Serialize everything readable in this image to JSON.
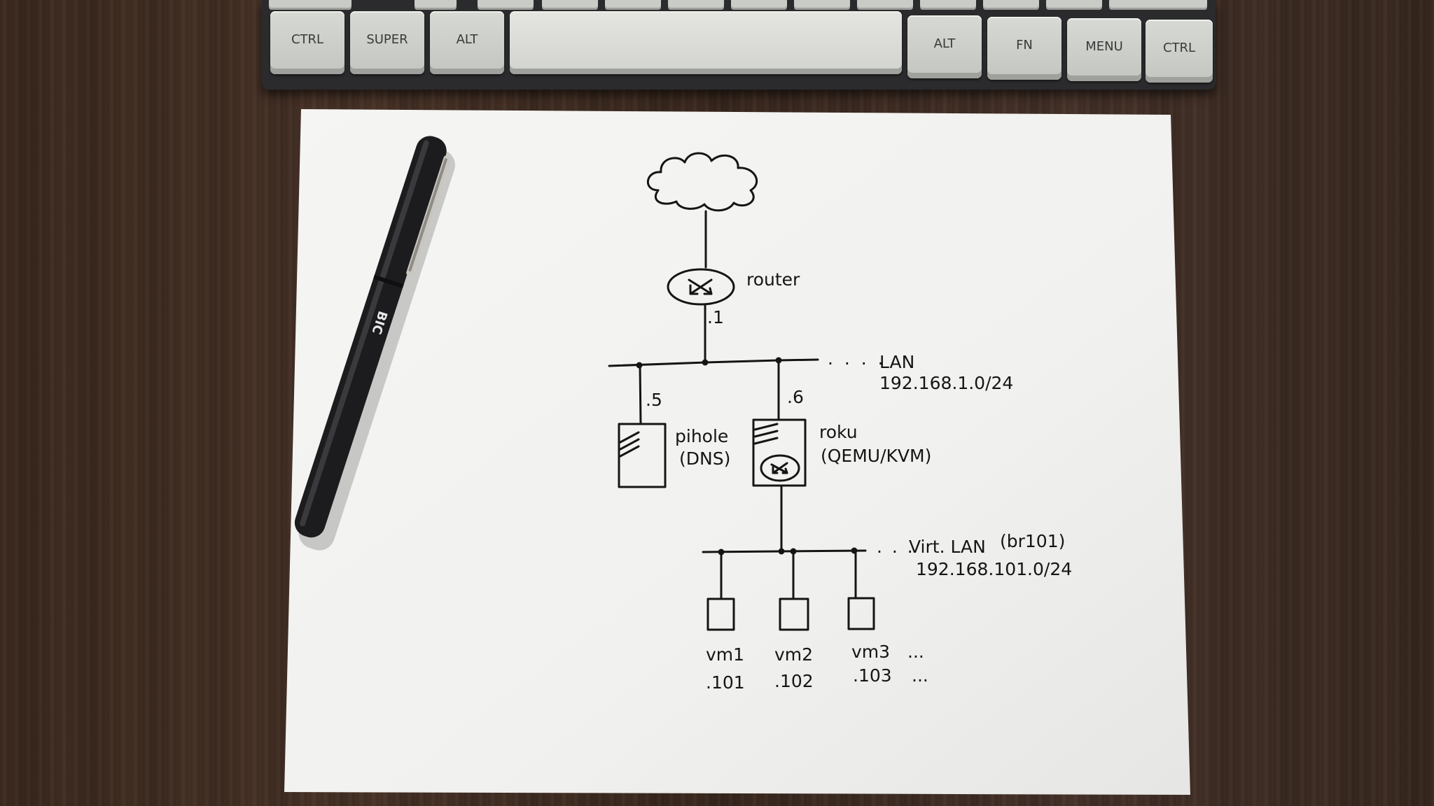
{
  "keyboard": {
    "keys": [
      {
        "label": "CTRL"
      },
      {
        "label": "SUPER"
      },
      {
        "label": "ALT"
      },
      {
        "label": ""
      },
      {
        "label": "ALT"
      },
      {
        "label": "FN"
      },
      {
        "label": "MENU"
      },
      {
        "label": "CTRL"
      }
    ]
  },
  "pen": {
    "brand": "BIC"
  },
  "diagram": {
    "router": {
      "label": "router",
      "ip": ".1"
    },
    "lan": {
      "name": "LAN",
      "subnet": "192.168.1.0/24",
      "ellipsis": ". . . ."
    },
    "pihole": {
      "ip": ".5",
      "name": "pihole",
      "role": "(DNS)"
    },
    "roku": {
      "ip": ".6",
      "name": "roku",
      "role": "(QEMU/KVM)"
    },
    "virt_lan": {
      "name": "Virt. LAN",
      "bridge": "(br101)",
      "subnet": "192.168.101.0/24",
      "ellipsis": ". . ."
    },
    "vms": [
      {
        "name": "vm1",
        "ip": ".101"
      },
      {
        "name": "vm2",
        "ip": ".102"
      },
      {
        "name": "vm3",
        "ip": ".103"
      }
    ],
    "more_names": "...",
    "more_ips": "..."
  },
  "colors": {
    "ink": "#151515",
    "paper": "#f3f3f1",
    "wood": "#3e2b20"
  }
}
